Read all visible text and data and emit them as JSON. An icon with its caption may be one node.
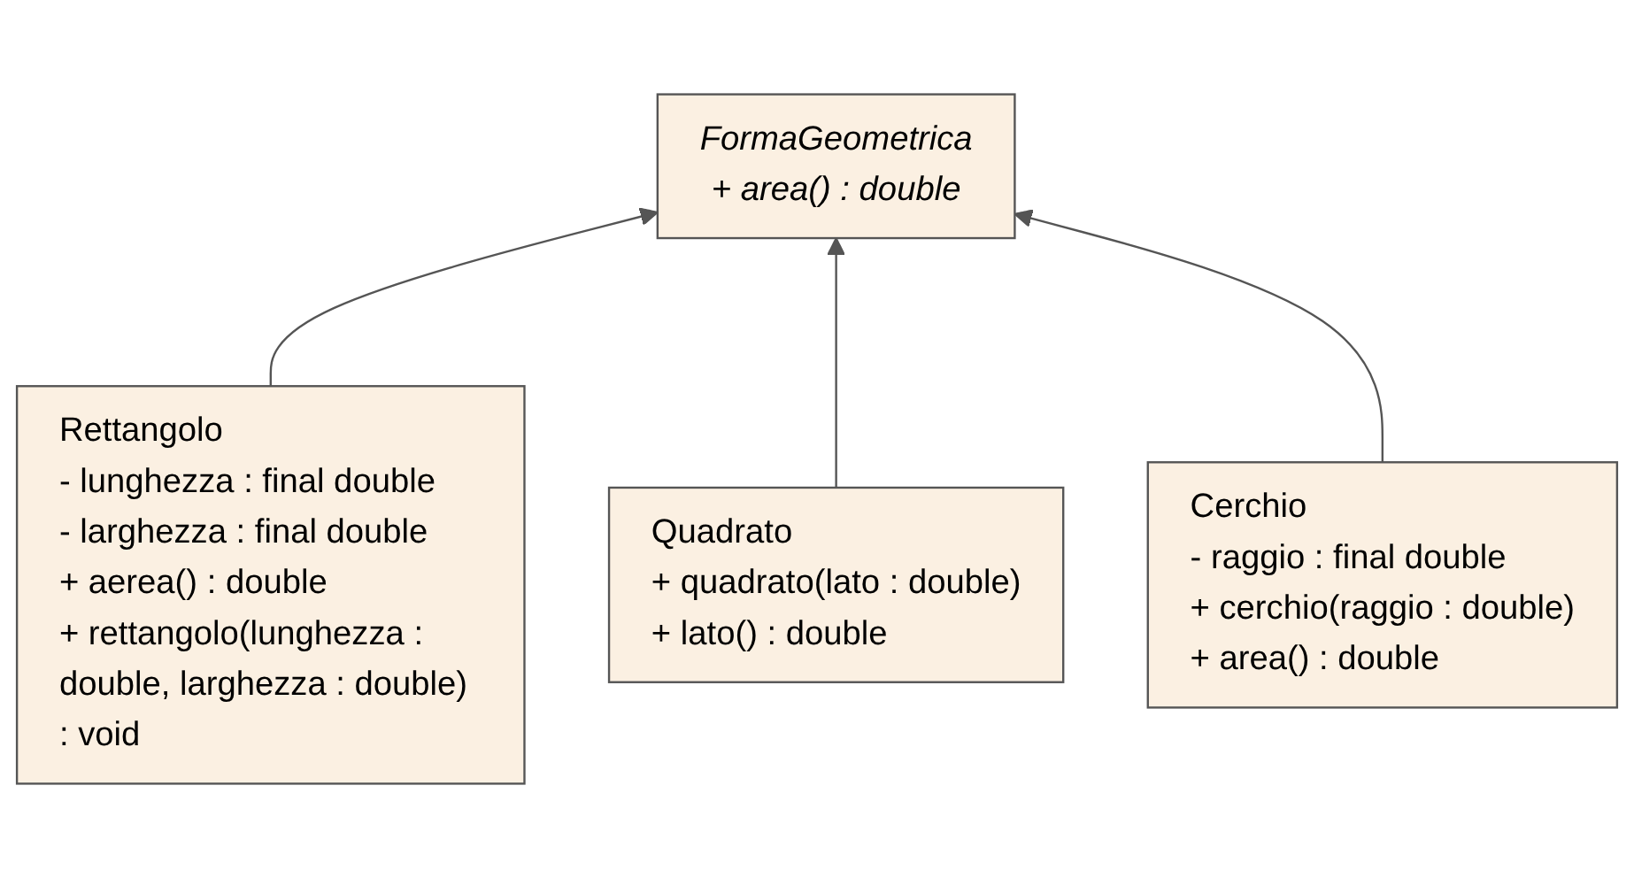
{
  "diagram": {
    "nodes": [
      {
        "text": [
          "FormaGeometrica",
          "+ area() : double"
        ]
      },
      {
        "text": [
          "Rettangolo",
          "- lunghezza : final double",
          "- larghezza : final double",
          "+ aerea() : double",
          "+ rettangolo(lunghezza : double, larghezza : double) : void"
        ]
      },
      {
        "text": [
          "Cerchio",
          "- raggio : final double",
          "+ cerchio(raggio : double)",
          "+ area() : double"
        ]
      },
      {
        "text": [
          "Quadrato",
          "+ quadrato(lato : double)",
          "+ lato() : double"
        ]
      }
    ],
    "edges": [
      {
        "from": 1,
        "to": 0,
        "arrow": "to"
      },
      {
        "from": 3,
        "to": 0,
        "arrow": "to"
      },
      {
        "from": 2,
        "to": 0,
        "arrow": "to"
      }
    ]
  }
}
